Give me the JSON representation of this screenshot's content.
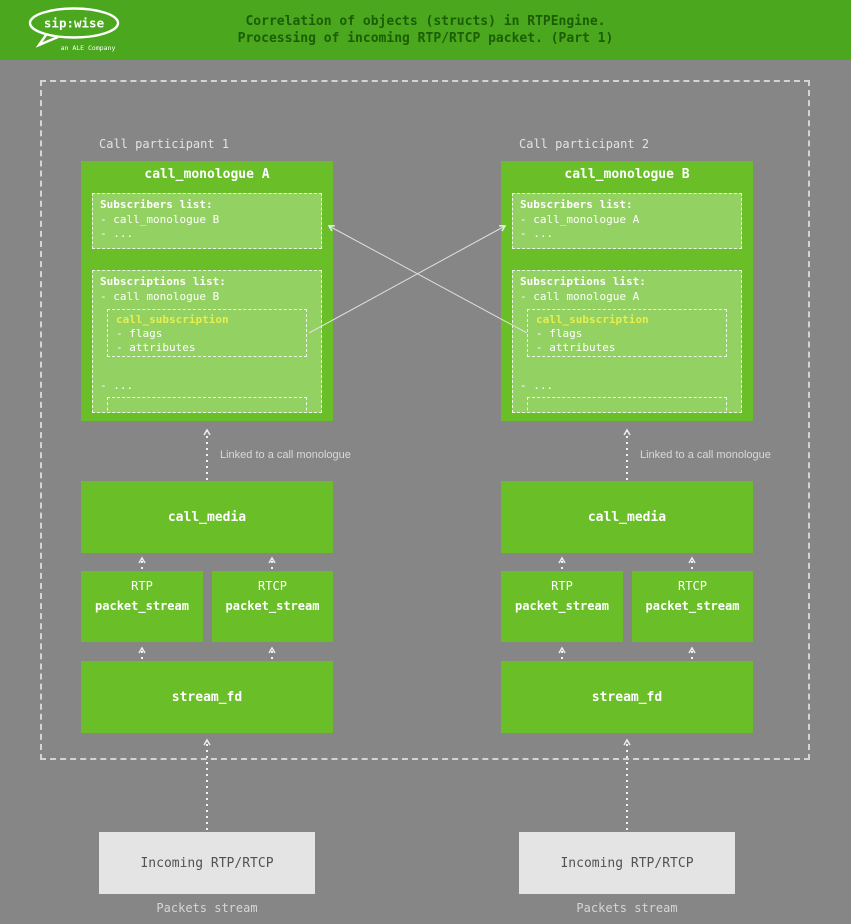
{
  "header": {
    "title_line1": "Correlation of objects (structs) in RTPEngine.",
    "title_line2": "Processing of incoming RTP/RTCP packet. (Part 1)",
    "logo_brand": "sip:wise",
    "logo_tagline": "an ALE Company"
  },
  "labels": {
    "linked": "Linked to a call monologue",
    "incoming": "Incoming RTP/RTCP",
    "packets_stream": "Packets stream"
  },
  "participants": [
    {
      "caption": "Call participant 1",
      "monologue_title": "call_monologue A",
      "subscribers_title": "Subscribers list:",
      "subscribers_items": [
        "- call_monologue B",
        "- ..."
      ],
      "subscriptions_title": "Subscriptions list:",
      "subscriptions_item": "- call monologue B",
      "subscription_title": "call_subscription",
      "subscription_items": [
        "- flags",
        "- attributes"
      ],
      "subscriptions_more": "- ...",
      "call_media": "call_media",
      "rtp_label": "RTP",
      "rtcp_label": "RTCP",
      "packet_stream": "packet_stream",
      "stream_fd": "stream_fd"
    },
    {
      "caption": "Call participant 2",
      "monologue_title": "call_monologue B",
      "subscribers_title": "Subscribers list:",
      "subscribers_items": [
        "- call_monologue A",
        "- ..."
      ],
      "subscriptions_title": "Subscriptions list:",
      "subscriptions_item": "- call monologue A",
      "subscription_title": "call_subscription",
      "subscription_items": [
        "- flags",
        "- attributes"
      ],
      "subscriptions_more": "- ...",
      "call_media": "call_media",
      "rtp_label": "RTP",
      "rtcp_label": "RTCP",
      "packet_stream": "packet_stream",
      "stream_fd": "stream_fd"
    }
  ],
  "colors": {
    "page_bg": "#868686",
    "header_bg": "#4aa71e",
    "title_green": "#1b5e05",
    "box_green": "#6abf28",
    "subscription_title": "#e9ee4b",
    "incoming_bg": "#e4e4e4"
  }
}
